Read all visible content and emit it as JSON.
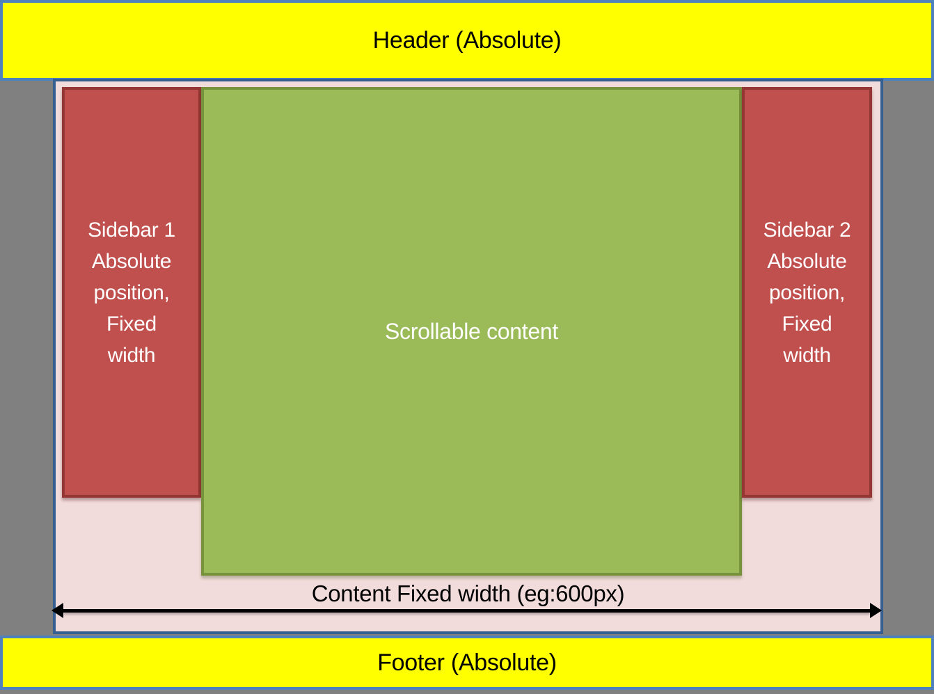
{
  "diagram": {
    "header": {
      "label": "Header (Absolute)"
    },
    "footer": {
      "label": "Footer (Absolute)"
    },
    "sidebar1": {
      "lines": [
        "Sidebar 1",
        "Absolute",
        "position,",
        "Fixed",
        "width"
      ]
    },
    "sidebar2": {
      "lines": [
        "Sidebar 2",
        "Absolute",
        "position,",
        "Fixed",
        "width"
      ]
    },
    "scrollable_content": {
      "label": "Scrollable content"
    },
    "width_annotation": {
      "label": "Content Fixed width (eg:600px)"
    },
    "colors": {
      "page_background": "#808080",
      "banner_fill": "#FFFF00",
      "banner_border": "#4F81BD",
      "container_fill": "#F2DCDB",
      "container_border": "#365F91",
      "sidebar_fill": "#C0504D",
      "sidebar_border": "#943634",
      "content_fill": "#9BBB59",
      "content_border": "#77933C",
      "arrow": "#000000",
      "banner_text": "#000000",
      "box_text": "#FFFFFF"
    }
  }
}
